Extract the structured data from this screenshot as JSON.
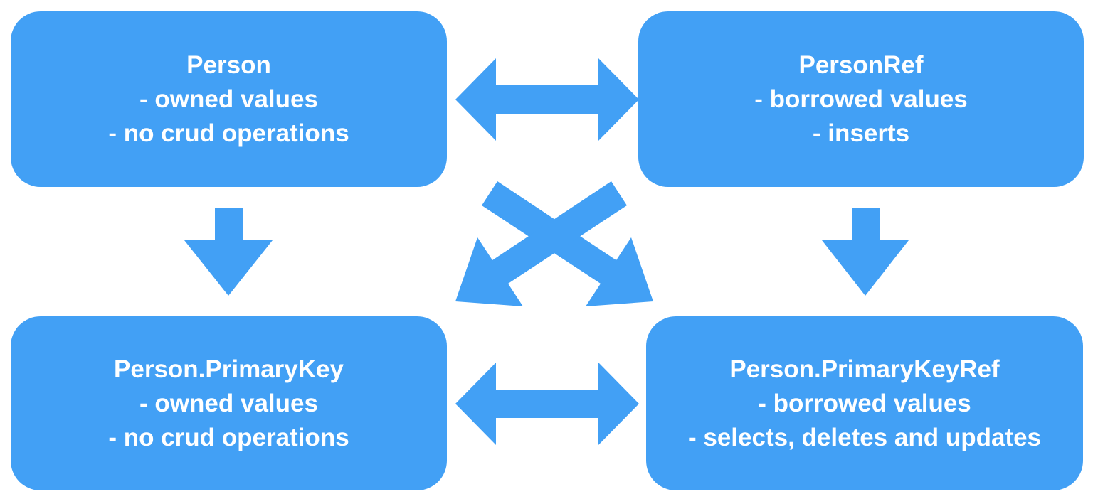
{
  "diagram": {
    "colors": {
      "accent": "#42A0F5",
      "text": "#FFFFFF",
      "background": "#FFFFFF"
    },
    "nodes": [
      {
        "title": "Person",
        "bullets": [
          "- owned values",
          "- no crud operations"
        ]
      },
      {
        "title": "PersonRef",
        "bullets": [
          "- borrowed values",
          "- inserts"
        ]
      },
      {
        "title": "Person.PrimaryKey",
        "bullets": [
          "- owned values",
          "- no crud operations"
        ]
      },
      {
        "title": "Person.PrimaryKeyRef",
        "bullets": [
          "- borrowed values",
          "- selects, deletes and updates"
        ]
      }
    ],
    "connections": [
      {
        "from": "Person",
        "to": "PersonRef",
        "style": "double-headed-horizontal"
      },
      {
        "from": "Person.PrimaryKey",
        "to": "Person.PrimaryKeyRef",
        "style": "double-headed-horizontal"
      },
      {
        "from": "Person",
        "to": "Person.PrimaryKey",
        "style": "down-arrow"
      },
      {
        "from": "PersonRef",
        "to": "Person.PrimaryKeyRef",
        "style": "down-arrow"
      },
      {
        "from": "Person",
        "to": "Person.PrimaryKeyRef",
        "style": "diagonal-down-arrow"
      },
      {
        "from": "PersonRef",
        "to": "Person.PrimaryKey",
        "style": "diagonal-down-arrow"
      }
    ]
  }
}
